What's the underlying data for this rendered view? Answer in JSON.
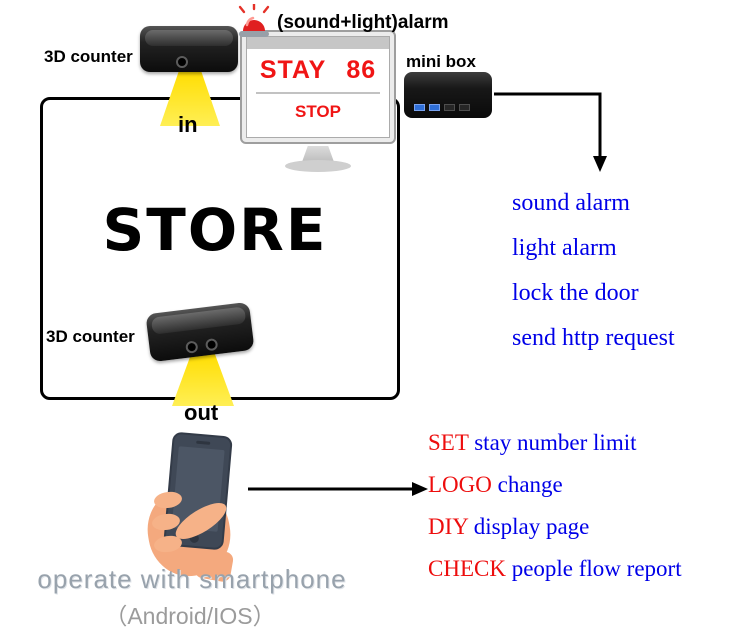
{
  "store": {
    "label": "STORE"
  },
  "counters": {
    "top_label": "3D counter",
    "bottom_label": "3D counter",
    "in_label": "in",
    "out_label": "out"
  },
  "alarm": {
    "label": "(sound+light)alarm",
    "actions": [
      "sound alarm",
      "light alarm",
      "lock the door",
      "send http request"
    ]
  },
  "display": {
    "stay_label": "STAY",
    "stay_value": "86",
    "stop_label": "STOP"
  },
  "mini_box": {
    "label": "mini box"
  },
  "features": [
    {
      "highlight": "SET",
      "rest": "stay number limit"
    },
    {
      "highlight": "LOGO",
      "rest": "change"
    },
    {
      "highlight": "DIY",
      "rest": "display page"
    },
    {
      "highlight": "CHECK",
      "rest": "people flow report"
    }
  ],
  "captions": {
    "line1": "operate with smartphone",
    "line2": "（Android/IOS）"
  },
  "colors": {
    "action_blue": "#0000e8",
    "highlight_red": "#ed0d0d",
    "display_red": "#f01515",
    "beam_yellow": "#ffdd00",
    "hand_skin": "#f4a97e"
  }
}
